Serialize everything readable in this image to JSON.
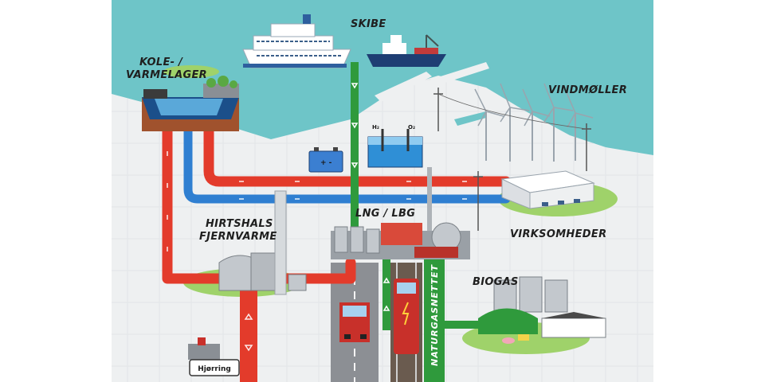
{
  "labels": {
    "ships": "SKIBE",
    "storage_line1": "KOLE- /",
    "storage_line2": "VARMELAGER",
    "wind": "VINDMØLLER",
    "companies": "VIRKSOMHEDER",
    "lng": "LNG / LBG",
    "district_heating_line1": "HIRTSHALS",
    "district_heating_line2": "FJERNVARME",
    "biogas": "BIOGAS",
    "gas_grid": "NATURGASNETTET",
    "town_sign": "Hjørring",
    "hydrogen": "H₂",
    "oxygen": "O₂"
  },
  "colors": {
    "sea": "#6ec5c8",
    "land": "#eef0f1",
    "heat_pipe": "#e33b2b",
    "cold_pipe": "#2f7fd1",
    "gas_pipe": "#2f9a3c",
    "grass": "#9fd26a"
  }
}
